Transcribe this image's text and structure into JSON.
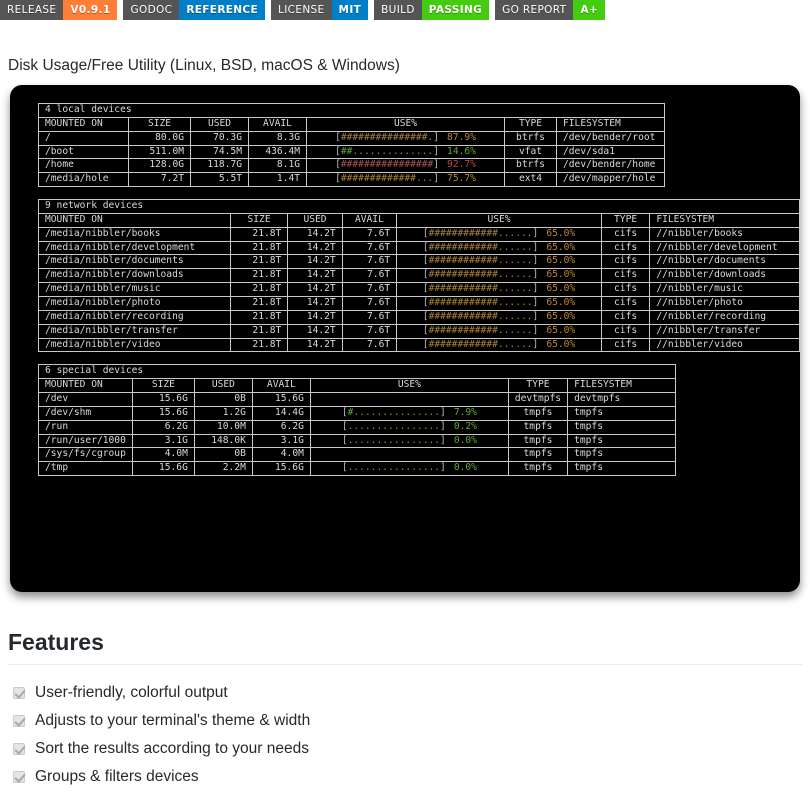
{
  "badges": [
    {
      "left": "RELEASE",
      "right": "V0.9.1",
      "right_color": "#fe7d37"
    },
    {
      "left": "GODOC",
      "right": "REFERENCE",
      "right_color": "#007ec6"
    },
    {
      "left": "LICENSE",
      "right": "MIT",
      "right_color": "#007ec6"
    },
    {
      "left": "BUILD",
      "right": "PASSING",
      "right_color": "#4c1"
    },
    {
      "left": "GO REPORT",
      "right": "A+",
      "right_color": "#4c1"
    }
  ],
  "page_title": "Disk Usage/Free Utility (Linux, BSD, macOS & Windows)",
  "terminal": {
    "columns": [
      "MOUNTED ON",
      "SIZE",
      "USED",
      "AVAIL",
      "USE%",
      "TYPE",
      "FILESYSTEM"
    ],
    "sections": [
      {
        "title": "4 local devices",
        "rows": [
          {
            "mount": "/",
            "size": "80.0G",
            "used": "70.3G",
            "avail": "8.3G",
            "avail_color": "yellow",
            "bar_hash": 15,
            "bar_dot": 3,
            "bar_color": "yellow",
            "pct": "87.9%",
            "pct_color": "yellow",
            "type": "btrfs",
            "fs": "/dev/bender/root"
          },
          {
            "mount": "/boot",
            "size": "511.0M",
            "used": "74.5M",
            "avail": "436.4M",
            "avail_color": "red",
            "bar_hash": 2,
            "bar_dot": 16,
            "bar_color": "green",
            "pct": "14.6%",
            "pct_color": "green",
            "type": "vfat",
            "fs": "/dev/sda1"
          },
          {
            "mount": "/home",
            "size": "128.0G",
            "used": "118.7G",
            "avail": "8.1G",
            "avail_color": "yellow",
            "bar_hash": 16,
            "bar_dot": 2,
            "bar_color": "red",
            "pct": "92.7%",
            "pct_color": "red",
            "type": "btrfs",
            "fs": "/dev/bender/home"
          },
          {
            "mount": "/media/hole",
            "size": "7.2T",
            "used": "5.5T",
            "avail": "1.4T",
            "avail_color": "green",
            "bar_hash": 13,
            "bar_dot": 5,
            "bar_color": "yellow",
            "pct": "75.7%",
            "pct_color": "yellow",
            "type": "ext4",
            "fs": "/dev/mapper/hole"
          }
        ]
      },
      {
        "title": "9 network devices",
        "rows": [
          {
            "mount": "/media/nibbler/books",
            "size": "21.8T",
            "used": "14.2T",
            "avail": "7.6T",
            "avail_color": "green",
            "bar_hash": 12,
            "bar_dot": 8,
            "bar_color": "yellow",
            "pct": "65.0%",
            "pct_color": "yellow",
            "type": "cifs",
            "fs": "//nibbler/books"
          },
          {
            "mount": "/media/nibbler/development",
            "size": "21.8T",
            "used": "14.2T",
            "avail": "7.6T",
            "avail_color": "green",
            "bar_hash": 12,
            "bar_dot": 8,
            "bar_color": "yellow",
            "pct": "65.0%",
            "pct_color": "yellow",
            "type": "cifs",
            "fs": "//nibbler/development"
          },
          {
            "mount": "/media/nibbler/documents",
            "size": "21.8T",
            "used": "14.2T",
            "avail": "7.6T",
            "avail_color": "green",
            "bar_hash": 12,
            "bar_dot": 8,
            "bar_color": "yellow",
            "pct": "65.0%",
            "pct_color": "yellow",
            "type": "cifs",
            "fs": "//nibbler/documents"
          },
          {
            "mount": "/media/nibbler/downloads",
            "size": "21.8T",
            "used": "14.2T",
            "avail": "7.6T",
            "avail_color": "green",
            "bar_hash": 12,
            "bar_dot": 8,
            "bar_color": "yellow",
            "pct": "65.0%",
            "pct_color": "yellow",
            "type": "cifs",
            "fs": "//nibbler/downloads"
          },
          {
            "mount": "/media/nibbler/music",
            "size": "21.8T",
            "used": "14.2T",
            "avail": "7.6T",
            "avail_color": "green",
            "bar_hash": 12,
            "bar_dot": 8,
            "bar_color": "yellow",
            "pct": "65.0%",
            "pct_color": "yellow",
            "type": "cifs",
            "fs": "//nibbler/music"
          },
          {
            "mount": "/media/nibbler/photo",
            "size": "21.8T",
            "used": "14.2T",
            "avail": "7.6T",
            "avail_color": "green",
            "bar_hash": 12,
            "bar_dot": 8,
            "bar_color": "yellow",
            "pct": "65.0%",
            "pct_color": "yellow",
            "type": "cifs",
            "fs": "//nibbler/photo"
          },
          {
            "mount": "/media/nibbler/recording",
            "size": "21.8T",
            "used": "14.2T",
            "avail": "7.6T",
            "avail_color": "green",
            "bar_hash": 12,
            "bar_dot": 8,
            "bar_color": "yellow",
            "pct": "65.0%",
            "pct_color": "yellow",
            "type": "cifs",
            "fs": "//nibbler/recording"
          },
          {
            "mount": "/media/nibbler/transfer",
            "size": "21.8T",
            "used": "14.2T",
            "avail": "7.6T",
            "avail_color": "green",
            "bar_hash": 12,
            "bar_dot": 8,
            "bar_color": "yellow",
            "pct": "65.0%",
            "pct_color": "yellow",
            "type": "cifs",
            "fs": "//nibbler/transfer"
          },
          {
            "mount": "/media/nibbler/video",
            "size": "21.8T",
            "used": "14.2T",
            "avail": "7.6T",
            "avail_color": "green",
            "bar_hash": 12,
            "bar_dot": 8,
            "bar_color": "yellow",
            "pct": "65.0%",
            "pct_color": "yellow",
            "type": "cifs",
            "fs": "//nibbler/video"
          }
        ]
      },
      {
        "title": "6 special devices",
        "rows": [
          {
            "mount": "/dev",
            "size": "15.6G",
            "used": "0B",
            "avail": "15.6G",
            "avail_color": "green",
            "bar_hash": 0,
            "bar_dot": 0,
            "bar_color": "green",
            "pct": "",
            "pct_color": "green",
            "type": "devtmpfs",
            "fs": "devtmpfs",
            "no_bar": true
          },
          {
            "mount": "/dev/shm",
            "size": "15.6G",
            "used": "1.2G",
            "avail": "14.4G",
            "avail_color": "green",
            "bar_hash": 1,
            "bar_dot": 17,
            "bar_color": "green",
            "pct": "7.9%",
            "pct_color": "green",
            "type": "tmpfs",
            "fs": "tmpfs"
          },
          {
            "mount": "/run",
            "size": "6.2G",
            "used": "10.0M",
            "avail": "6.2G",
            "avail_color": "yellow",
            "bar_hash": 0,
            "bar_dot": 18,
            "bar_color": "green",
            "pct": "0.2%",
            "pct_color": "green",
            "type": "tmpfs",
            "fs": "tmpfs"
          },
          {
            "mount": "/run/user/1000",
            "size": "3.1G",
            "used": "148.0K",
            "avail": "3.1G",
            "avail_color": "yellow",
            "bar_hash": 0,
            "bar_dot": 18,
            "bar_color": "green",
            "pct": "0.0%",
            "pct_color": "green",
            "type": "tmpfs",
            "fs": "tmpfs"
          },
          {
            "mount": "/sys/fs/cgroup",
            "size": "4.0M",
            "used": "0B",
            "avail": "4.0M",
            "avail_color": "red",
            "bar_hash": 0,
            "bar_dot": 0,
            "bar_color": "green",
            "pct": "",
            "pct_color": "green",
            "type": "tmpfs",
            "fs": "tmpfs",
            "no_bar": true
          },
          {
            "mount": "/tmp",
            "size": "15.6G",
            "used": "2.2M",
            "avail": "15.6G",
            "avail_color": "green",
            "bar_hash": 0,
            "bar_dot": 18,
            "bar_color": "green",
            "pct": "0.0%",
            "pct_color": "green",
            "type": "tmpfs",
            "fs": "tmpfs"
          }
        ]
      }
    ]
  },
  "features": {
    "heading": "Features",
    "items": [
      "User-friendly, colorful output",
      "Adjusts to your terminal's theme & width",
      "Sort the results according to your needs",
      "Groups & filters devices"
    ]
  }
}
